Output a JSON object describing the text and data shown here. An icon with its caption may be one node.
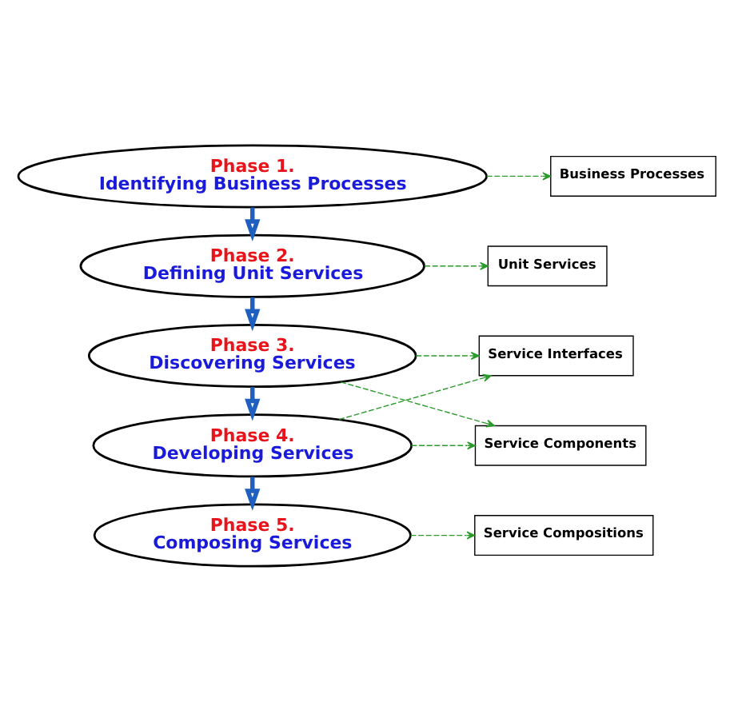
{
  "diagram": {
    "nodes": [
      {
        "text": [
          "Phase 1.",
          "Identifying Business Processes"
        ]
      },
      {
        "text": [
          "Business Processes"
        ]
      },
      {
        "text": [
          "Phase 2.",
          "Defining Unit Services"
        ]
      },
      {
        "text": [
          "Unit Services"
        ]
      },
      {
        "text": [
          "Phase 3.",
          "Discovering Services"
        ]
      },
      {
        "text": [
          "Service Interfaces"
        ]
      },
      {
        "text": [
          "Phase 4.",
          "Developing Services"
        ]
      },
      {
        "text": [
          "Service Components"
        ]
      },
      {
        "text": [
          "Phase 5.",
          "Composing Services"
        ]
      },
      {
        "text": [
          "Service Compositions"
        ]
      }
    ],
    "edges": [
      {
        "from": 0,
        "to": 1,
        "arrow": "to",
        "style": "dashed"
      },
      {
        "from": 0,
        "to": 2,
        "arrow": "to",
        "style": "thick",
        "color": "#1f5fbf"
      },
      {
        "from": 2,
        "to": 3,
        "arrow": "to",
        "style": "dashed"
      },
      {
        "from": 2,
        "to": 4,
        "arrow": "to",
        "style": "thick",
        "color": "#1f5fbf"
      },
      {
        "from": 4,
        "to": 5,
        "arrow": "to",
        "style": "dashed"
      },
      {
        "from": 4,
        "to": 7,
        "arrow": "to",
        "style": "dashed"
      },
      {
        "from": 4,
        "to": 6,
        "arrow": "to",
        "style": "thick",
        "color": "#1f5fbf"
      },
      {
        "from": 6,
        "to": 5,
        "arrow": "to",
        "style": "dashed"
      },
      {
        "from": 6,
        "to": 7,
        "arrow": "to",
        "style": "dashed"
      },
      {
        "from": 6,
        "to": 8,
        "arrow": "to",
        "style": "thick",
        "color": "#1f5fbf"
      },
      {
        "from": 8,
        "to": 9,
        "arrow": "to",
        "style": "dashed"
      }
    ]
  }
}
